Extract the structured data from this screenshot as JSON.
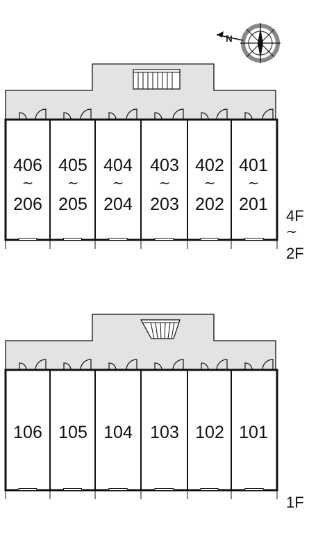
{
  "compass": {
    "label": "N",
    "icon": "compass-rose-icon"
  },
  "colors": {
    "corridor": "#e3e3e3",
    "wall": "#111111",
    "compass_ring": "#888888"
  },
  "upper_block": {
    "floor_label_top": "4F",
    "floor_label_sep": "~",
    "floor_label_bottom": "2F",
    "units": [
      {
        "top": "406",
        "sep": "~",
        "bottom": "206"
      },
      {
        "top": "405",
        "sep": "~",
        "bottom": "205"
      },
      {
        "top": "404",
        "sep": "~",
        "bottom": "204"
      },
      {
        "top": "403",
        "sep": "~",
        "bottom": "203"
      },
      {
        "top": "402",
        "sep": "~",
        "bottom": "202"
      },
      {
        "top": "401",
        "sep": "~",
        "bottom": "201"
      }
    ]
  },
  "lower_block": {
    "floor_label": "1F",
    "units": [
      {
        "label": "106"
      },
      {
        "label": "105"
      },
      {
        "label": "104"
      },
      {
        "label": "103"
      },
      {
        "label": "102"
      },
      {
        "label": "101"
      }
    ]
  }
}
